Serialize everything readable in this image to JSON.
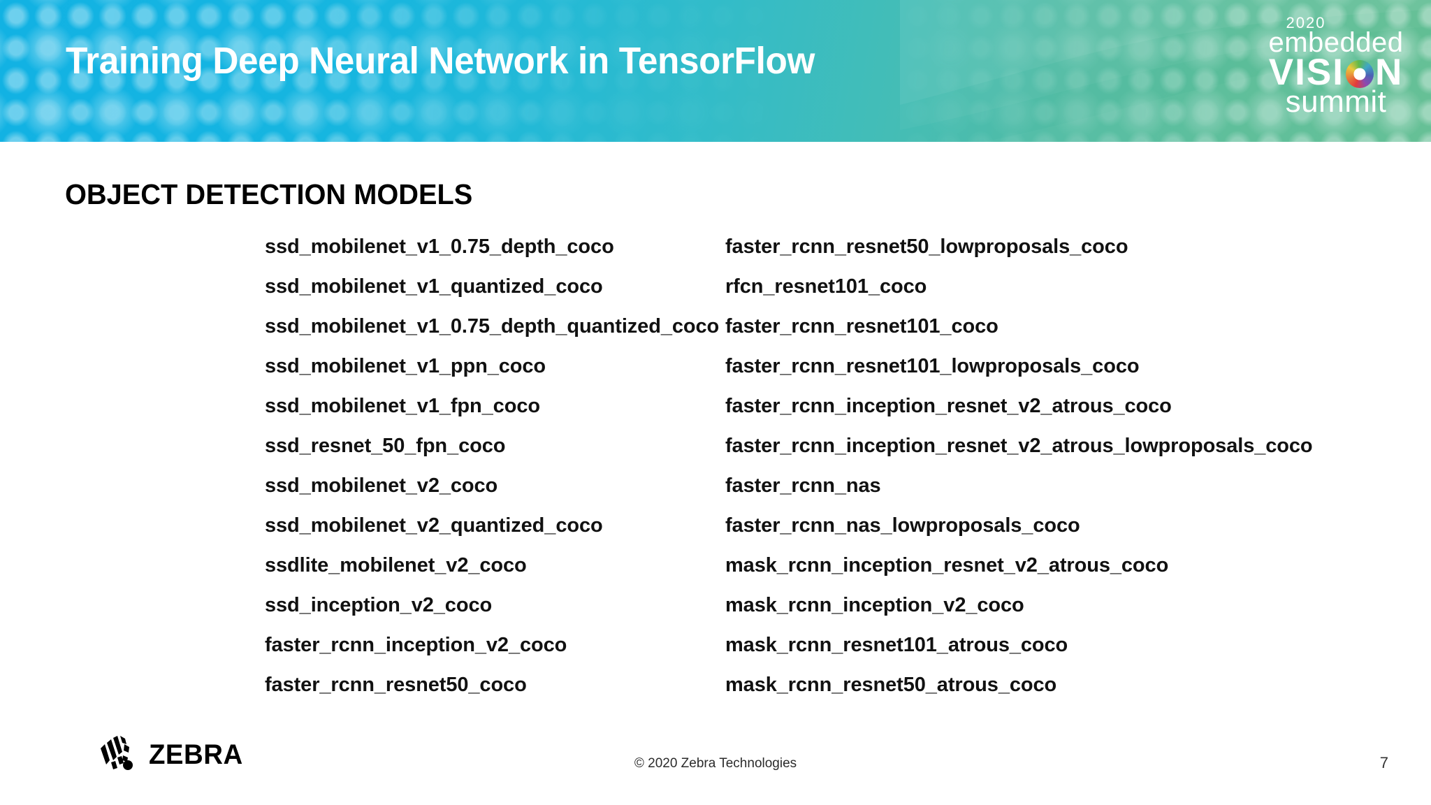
{
  "header": {
    "title": "Training Deep Neural Network in TensorFlow",
    "gradient_start": "#12b2e3",
    "gradient_end": "#62be93",
    "title_color": "#ffffff",
    "logo": {
      "year": "2020",
      "line1": "embedded",
      "line2_pre": "VISI",
      "line2_post": "N",
      "line3": "summit",
      "icon": "rainbow-circle-icon"
    }
  },
  "main": {
    "section_heading": "OBJECT DETECTION MODELS",
    "columns": {
      "left": [
        "ssd_mobilenet_v1_0.75_depth_coco",
        "ssd_mobilenet_v1_quantized_coco",
        "ssd_mobilenet_v1_0.75_depth_quantized_coco",
        "ssd_mobilenet_v1_ppn_coco",
        "ssd_mobilenet_v1_fpn_coco",
        "ssd_resnet_50_fpn_coco",
        "ssd_mobilenet_v2_coco",
        "ssd_mobilenet_v2_quantized_coco",
        "ssdlite_mobilenet_v2_coco",
        "ssd_inception_v2_coco",
        "faster_rcnn_inception_v2_coco",
        "faster_rcnn_resnet50_coco"
      ],
      "right": [
        "faster_rcnn_resnet50_lowproposals_coco",
        "rfcn_resnet101_coco",
        "faster_rcnn_resnet101_coco",
        "faster_rcnn_resnet101_lowproposals_coco",
        "faster_rcnn_inception_resnet_v2_atrous_coco",
        "faster_rcnn_inception_resnet_v2_atrous_lowproposals_coco",
        "faster_rcnn_nas",
        "faster_rcnn_nas_lowproposals_coco",
        "mask_rcnn_inception_resnet_v2_atrous_coco",
        "mask_rcnn_inception_v2_coco",
        "mask_rcnn_resnet101_atrous_coco",
        "mask_rcnn_resnet50_atrous_coco"
      ]
    }
  },
  "footer": {
    "brand": "ZEBRA",
    "brand_icon": "zebra-head-icon",
    "copyright": "© 2020 Zebra Technologies",
    "page_number": "7"
  }
}
